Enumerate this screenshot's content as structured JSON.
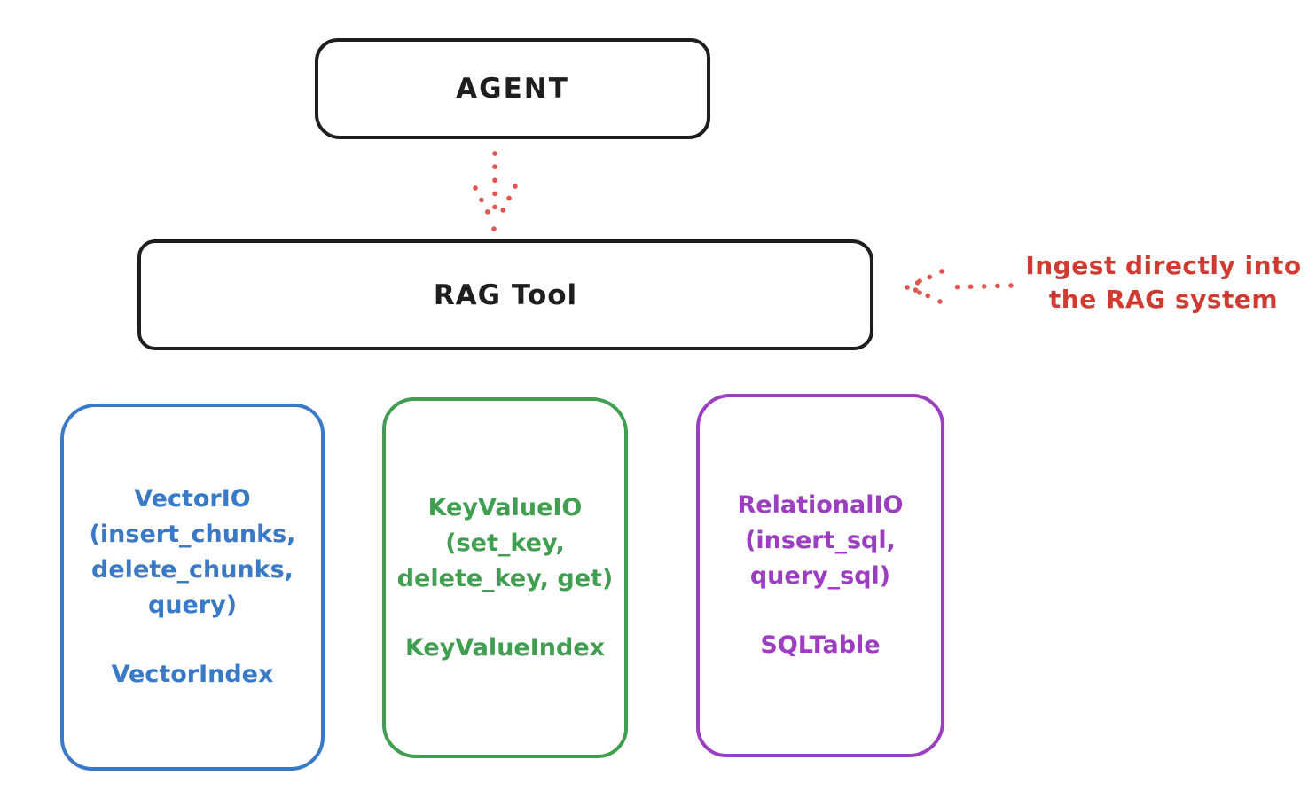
{
  "agent": {
    "label": "AGENT"
  },
  "rag_tool": {
    "label": "RAG Tool"
  },
  "annotation": {
    "line1": "Ingest directly into",
    "line2": "the RAG system"
  },
  "stores": [
    {
      "name": "VectorIO",
      "method_lines": [
        "VectorIO",
        "(insert_chunks,",
        "delete_chunks,",
        "query)"
      ],
      "index_label": "VectorIndex"
    },
    {
      "name": "KeyValueIO",
      "method_lines": [
        "KeyValueIO",
        "(set_key,",
        "delete_key, get)"
      ],
      "index_label": "KeyValueIndex"
    },
    {
      "name": "RelationalIO",
      "method_lines": [
        "RelationalIO",
        "(insert_sql,",
        "query_sql)"
      ],
      "index_label": "SQLTable"
    }
  ],
  "colors": {
    "outline_black": "#1e1e1e",
    "arrow_red": "#e0564e",
    "annotation_red": "#cf3b31",
    "vector_blue": "#3a79c6",
    "keyvalue_green": "#3f9e4f",
    "relational_purple": "#9b3fc0"
  }
}
